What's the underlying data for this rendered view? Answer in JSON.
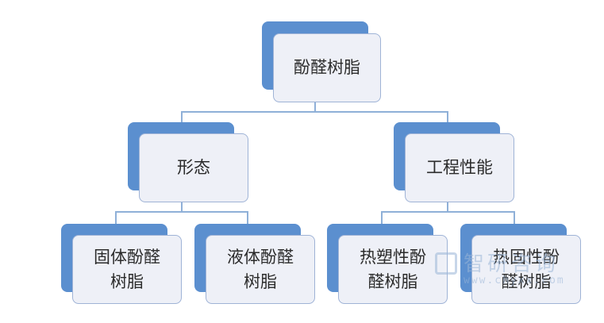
{
  "diagram": {
    "root": {
      "label": "酚醛树脂"
    },
    "branches": [
      {
        "label": "形态",
        "children": [
          {
            "label": "固体酚醛树脂"
          },
          {
            "label": "液体酚醛树脂"
          }
        ]
      },
      {
        "label": "工程性能",
        "children": [
          {
            "label": "热塑性酚醛树脂"
          },
          {
            "label": "热固性酚醛树脂"
          }
        ]
      }
    ]
  },
  "colors": {
    "accent": "#5b8fcf",
    "card_fill": "#eef0f7",
    "connector": "#8fb0d8"
  },
  "watermark": {
    "text": "智研咨询",
    "url": "www.chyxx.com"
  }
}
